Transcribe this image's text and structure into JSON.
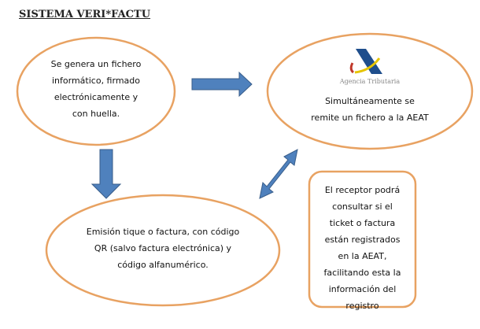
{
  "title": "SISTEMA VERI*FACTU",
  "nodes": {
    "generate": {
      "lines": [
        "Se genera un fichero",
        "informático, firmado",
        "electrónicamente y",
        "con huella."
      ]
    },
    "aeat": {
      "logo_text": "Agencia Tributaria",
      "lines": [
        "Simultáneamente se",
        "remite un fichero a la AEAT"
      ]
    },
    "issue": {
      "lines": [
        "Emisión tique o factura, con código",
        "QR (salvo factura electrónica) y",
        "código alfanumérico."
      ]
    },
    "receiver": {
      "lines": [
        "El receptor podrá",
        "consultar si el",
        "ticket o factura",
        "están registrados",
        "en la AEAT,",
        "facilitando esta la",
        "información del",
        "registro"
      ]
    }
  },
  "colors": {
    "border": "#e8a262",
    "arrow": "#4f81bd",
    "arrow_stroke": "#385d8a"
  }
}
